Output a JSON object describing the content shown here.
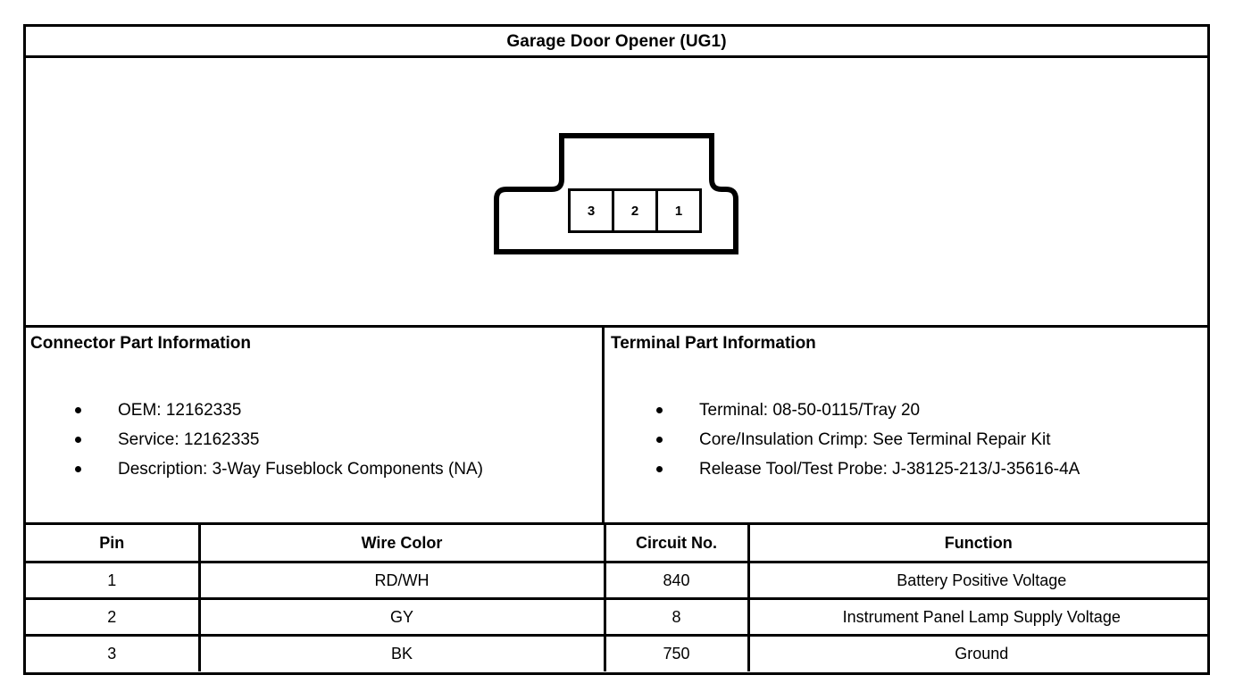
{
  "document": {
    "title": "Garage Door Opener (UG1)"
  },
  "connector_diagram": {
    "name": "connector-face-view",
    "cavity_count": 3,
    "pin_labels": [
      "3",
      "2",
      "1"
    ]
  },
  "connector_part_information": {
    "heading": "Connector Part Information",
    "items": [
      "OEM: 12162335",
      "Service: 12162335",
      "Description: 3-Way Fuseblock Components (NA)"
    ]
  },
  "terminal_part_information": {
    "heading": "Terminal Part Information",
    "items": [
      "Terminal: 08-50-0115/Tray 20",
      "Core/Insulation Crimp: See Terminal Repair Kit",
      "Release Tool/Test Probe: J-38125-213/J-35616-4A"
    ]
  },
  "pin_table": {
    "headers": {
      "pin": "Pin",
      "wire_color": "Wire Color",
      "circuit_no": "Circuit No.",
      "function": "Function"
    },
    "rows": [
      {
        "pin": "1",
        "wire_color": "RD/WH",
        "circuit_no": "840",
        "function": "Battery Positive Voltage"
      },
      {
        "pin": "2",
        "wire_color": "GY",
        "circuit_no": "8",
        "function": "Instrument Panel Lamp Supply Voltage"
      },
      {
        "pin": "3",
        "wire_color": "BK",
        "circuit_no": "750",
        "function": "Ground"
      }
    ]
  },
  "colors": {
    "ink": "#000000",
    "paper": "#ffffff"
  }
}
